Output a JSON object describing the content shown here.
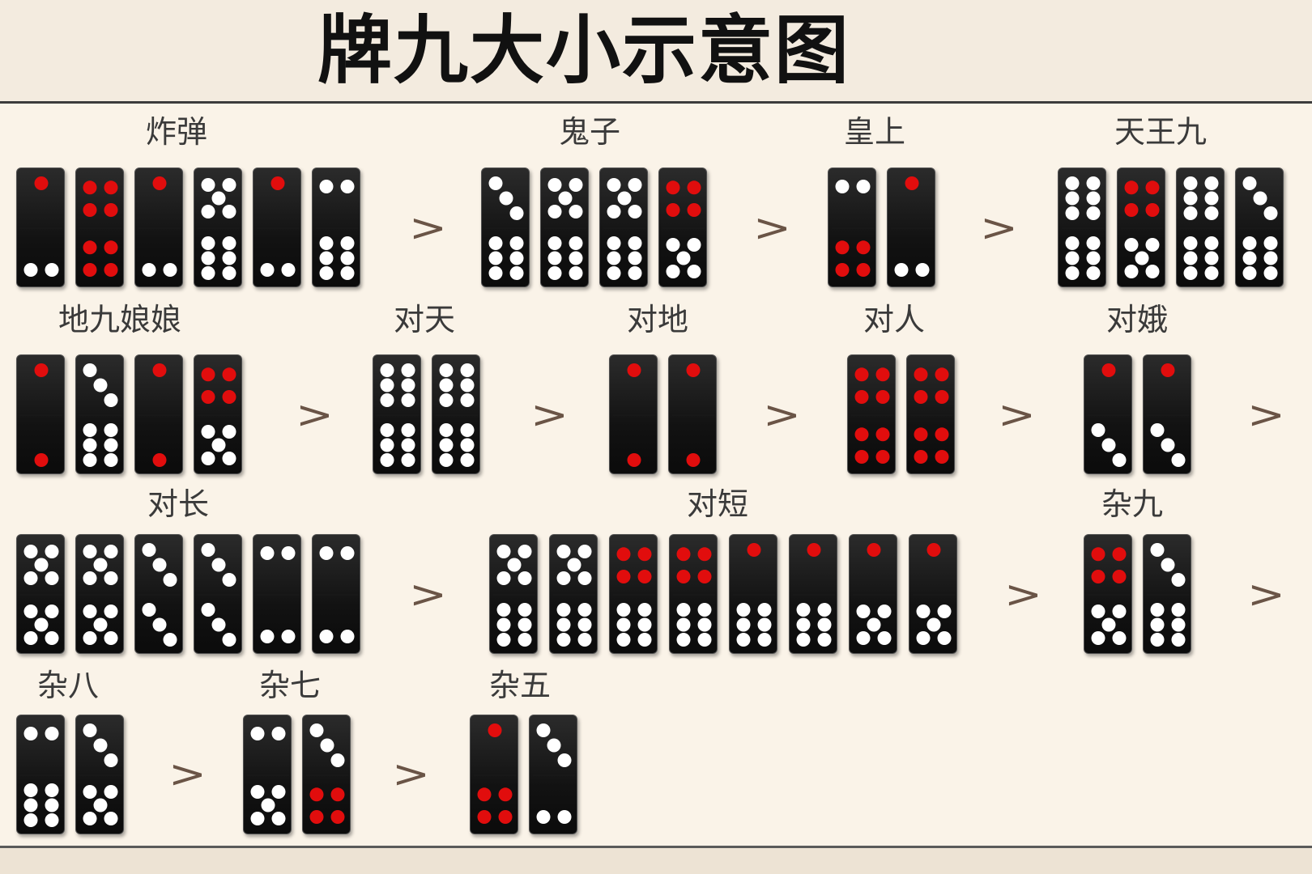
{
  "title": "牌九大小示意图",
  "colors": {
    "background": "#faf3e8",
    "tile": "#151515",
    "pip_white": "#ffffff",
    "pip_red": "#e10d0d",
    "arrow": "#6a5446"
  },
  "groups": [
    {
      "label": "炸弹",
      "tiles": [
        [
          1,
          2
        ],
        [
          4,
          4
        ],
        [
          1,
          2
        ],
        [
          5,
          6
        ],
        [
          1,
          2
        ],
        [
          2,
          6
        ]
      ]
    },
    {
      "label": "鬼子",
      "tiles": [
        [
          3,
          6
        ],
        [
          5,
          6
        ],
        [
          5,
          6
        ],
        [
          4,
          5
        ]
      ]
    },
    {
      "label": "皇上",
      "tiles": [
        [
          2,
          4
        ],
        [
          1,
          2
        ]
      ]
    },
    {
      "label": "天王九",
      "tiles": [
        [
          6,
          6
        ],
        [
          4,
          5
        ],
        [
          6,
          6
        ],
        [
          3,
          6
        ]
      ]
    },
    {
      "label": "地九娘娘",
      "tiles": [
        [
          1,
          1
        ],
        [
          3,
          6
        ],
        [
          1,
          1
        ],
        [
          4,
          5
        ]
      ]
    },
    {
      "label": "对天",
      "tiles": [
        [
          6,
          6
        ],
        [
          6,
          6
        ]
      ]
    },
    {
      "label": "对地",
      "tiles": [
        [
          1,
          1
        ],
        [
          1,
          1
        ]
      ]
    },
    {
      "label": "对人",
      "tiles": [
        [
          4,
          4
        ],
        [
          4,
          4
        ]
      ]
    },
    {
      "label": "对娥",
      "tiles": [
        [
          1,
          3
        ],
        [
          1,
          3
        ]
      ]
    },
    {
      "label": "对长",
      "tiles": [
        [
          5,
          5
        ],
        [
          5,
          5
        ],
        [
          3,
          3
        ],
        [
          3,
          3
        ],
        [
          2,
          2
        ],
        [
          2,
          2
        ]
      ]
    },
    {
      "label": "对短",
      "tiles": [
        [
          5,
          6
        ],
        [
          5,
          6
        ],
        [
          4,
          6
        ],
        [
          4,
          6
        ],
        [
          1,
          6
        ],
        [
          1,
          6
        ],
        [
          1,
          5
        ],
        [
          1,
          5
        ]
      ]
    },
    {
      "label": "杂九",
      "tiles": [
        [
          4,
          5
        ],
        [
          3,
          6
        ]
      ]
    },
    {
      "label": "杂八",
      "tiles": [
        [
          2,
          6
        ],
        [
          3,
          5
        ]
      ]
    },
    {
      "label": "杂七",
      "tiles": [
        [
          2,
          5
        ],
        [
          3,
          4
        ]
      ]
    },
    {
      "label": "杂五",
      "tiles": [
        [
          1,
          4
        ],
        [
          3,
          2
        ]
      ]
    }
  ],
  "separator": ">"
}
